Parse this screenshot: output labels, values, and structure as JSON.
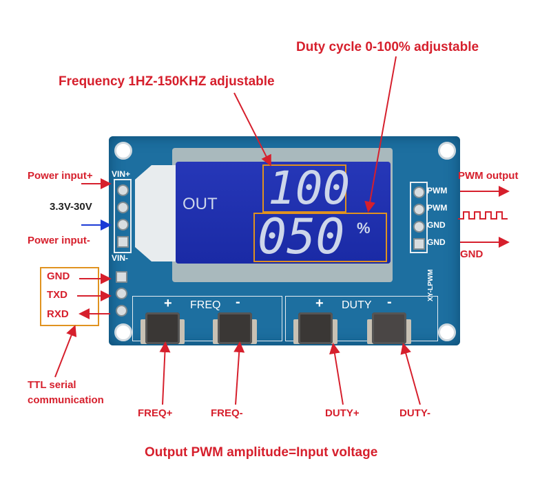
{
  "annotations": {
    "duty_title": "Duty cycle 0-100%  adjustable",
    "freq_title": "Frequency 1HZ-150KHZ adjustable",
    "power_plus": "Power input+",
    "voltage": "3.3V-30V",
    "power_minus": "Power input-",
    "gnd": "GND",
    "txd": "TXD",
    "rxd": "RXD",
    "ttl": "TTL serial",
    "ttl2": "communication",
    "pwm_output": "PWM output",
    "gnd_out": "GND",
    "freq_plus": "FREQ+",
    "freq_minus": "FREQ-",
    "duty_plus": "DUTY+",
    "duty_minus": "DUTY-",
    "footer": "Output PWM amplitude=Input voltage"
  },
  "board": {
    "vin_plus": "VIN+",
    "vin_minus": "VIN-",
    "out": "OUT",
    "frequency": "100",
    "duty": "050",
    "percent": "%",
    "pins": [
      "PWM",
      "PWM",
      "GND",
      "GND"
    ],
    "plus": "+",
    "minus": "-",
    "freq": "FREQ",
    "duty_label": "DUTY",
    "model": "XY-LPWM"
  },
  "colors": {
    "annotation": "#d61f2c",
    "board": "#1d6fa0",
    "lcd": "#1f30ad",
    "highlight": "#e0921f"
  }
}
